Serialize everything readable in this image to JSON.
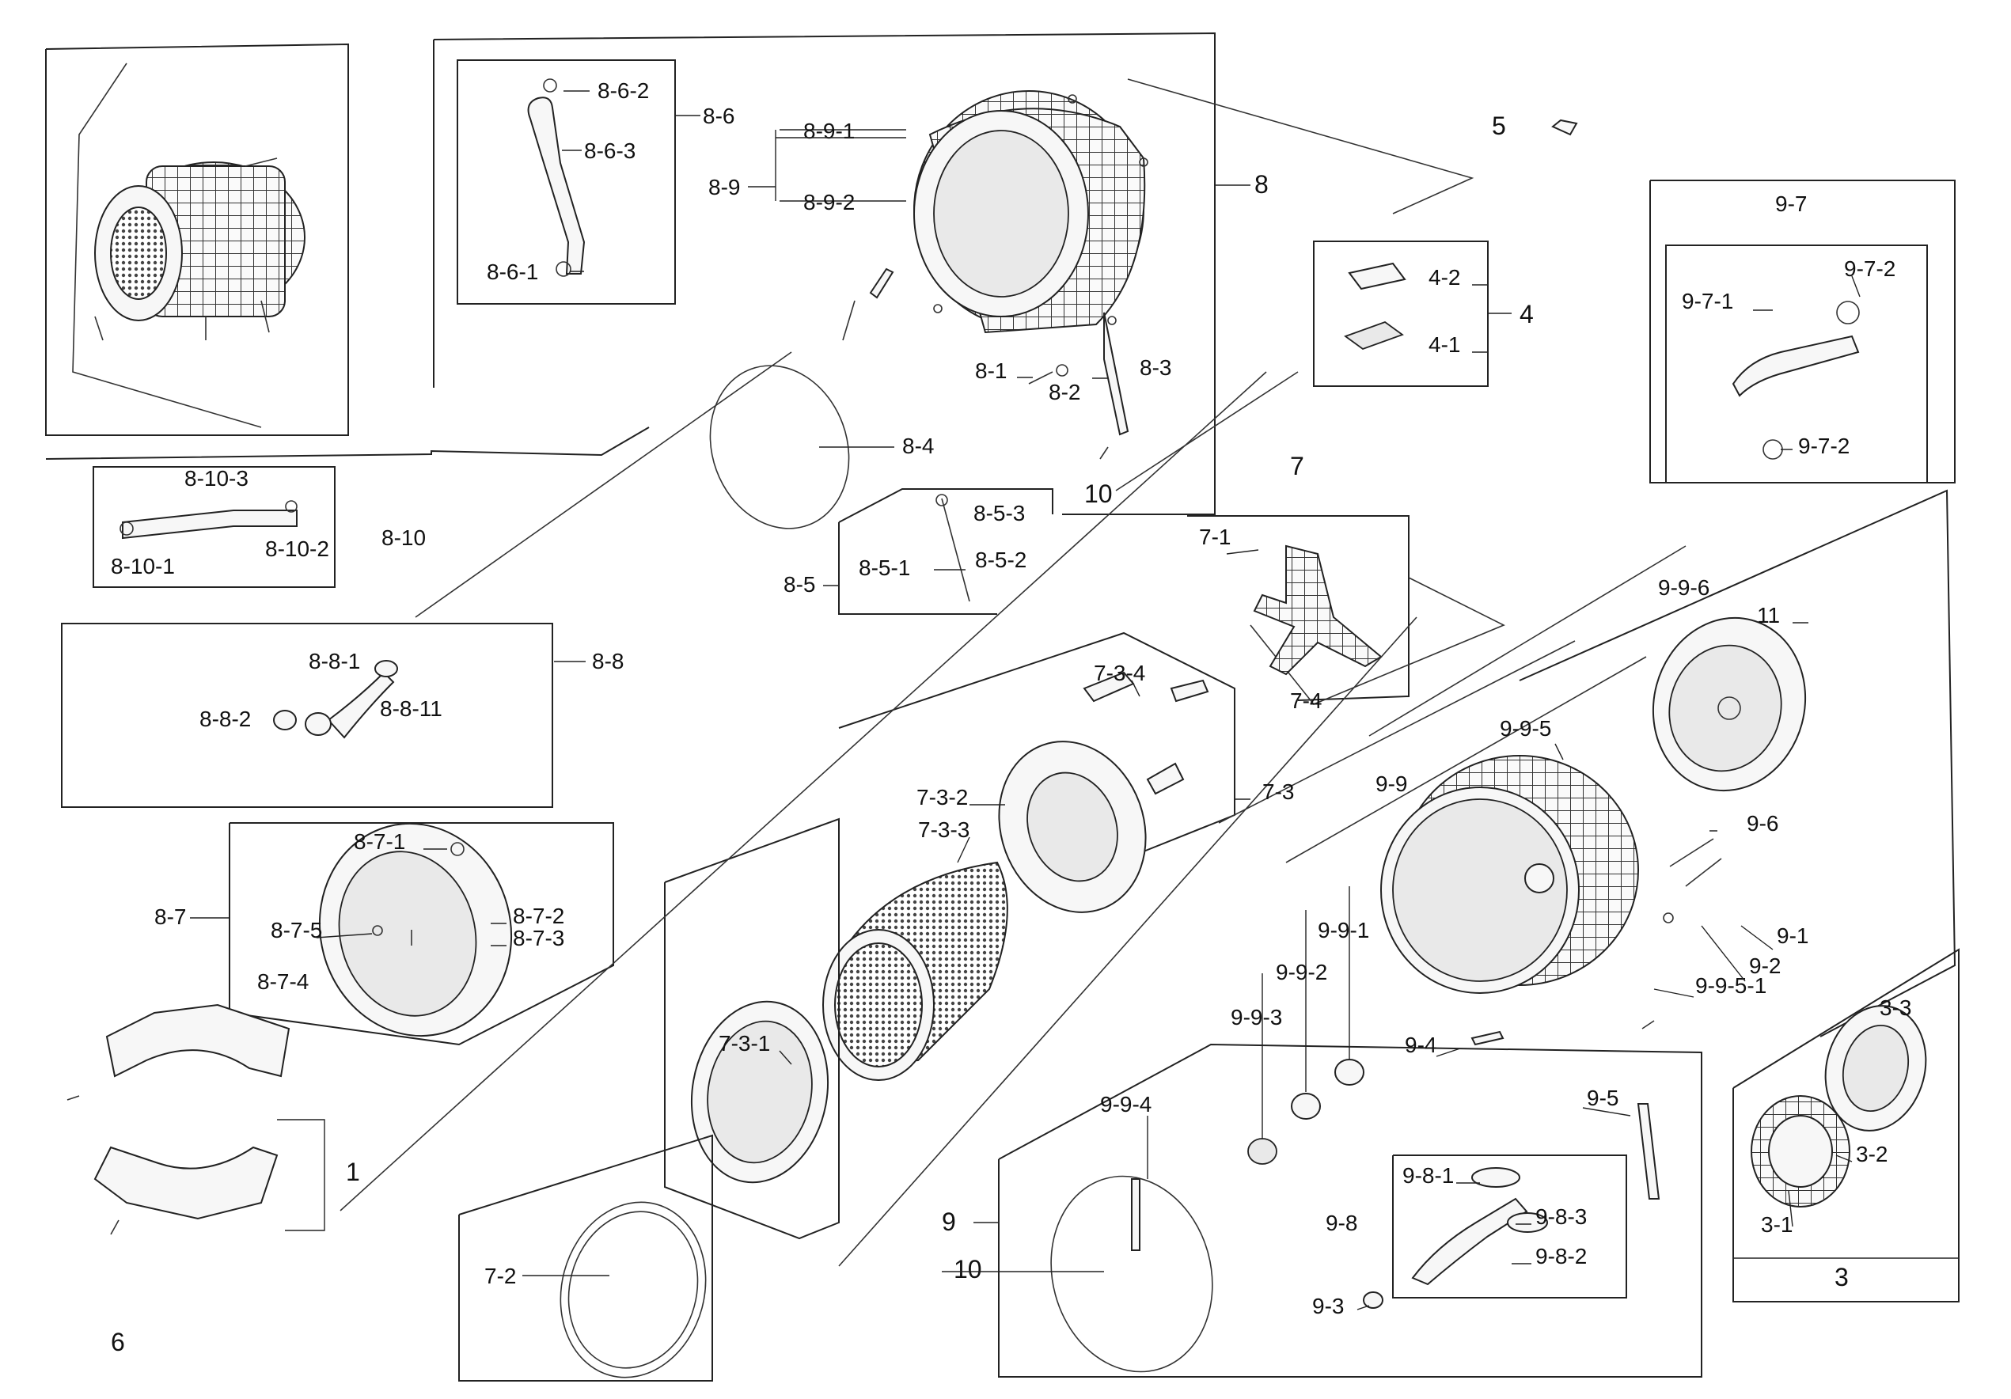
{
  "labels": {
    "l1": "1",
    "l3": "3",
    "l3_1": "3-1",
    "l3_2": "3-2",
    "l3_3": "3-3",
    "l4": "4",
    "l4_1": "4-1",
    "l4_2": "4-2",
    "l5": "5",
    "l6": "6",
    "l7": "7",
    "l7_1": "7-1",
    "l7_2": "7-2",
    "l7_3": "7-3",
    "l7_3_1": "7-3-1",
    "l7_3_2": "7-3-2",
    "l7_3_3": "7-3-3",
    "l7_3_4": "7-3-4",
    "l7_4": "7-4",
    "l8": "8",
    "l8_1": "8-1",
    "l8_2": "8-2",
    "l8_3": "8-3",
    "l8_4": "8-4",
    "l8_5": "8-5",
    "l8_5_1": "8-5-1",
    "l8_5_2": "8-5-2",
    "l8_5_3": "8-5-3",
    "l8_6": "8-6",
    "l8_6_1": "8-6-1",
    "l8_6_2": "8-6-2",
    "l8_6_3": "8-6-3",
    "l8_7": "8-7",
    "l8_7_1": "8-7-1",
    "l8_7_2": "8-7-2",
    "l8_7_3": "8-7-3",
    "l8_7_4": "8-7-4",
    "l8_7_5": "8-7-5",
    "l8_8": "8-8",
    "l8_8_1": "8-8-1",
    "l8_8_2": "8-8-2",
    "l8_8_11": "8-8-11",
    "l8_9": "8-9",
    "l8_9_1": "8-9-1",
    "l8_9_2": "8-9-2",
    "l8_10": "8-10",
    "l8_10_1": "8-10-1",
    "l8_10_2": "8-10-2",
    "l8_10_3": "8-10-3",
    "l9": "9",
    "l9_1": "9-1",
    "l9_2": "9-2",
    "l9_3": "9-3",
    "l9_4": "9-4",
    "l9_5": "9-5",
    "l9_6": "9-6",
    "l9_7": "9-7",
    "l9_7_1": "9-7-1",
    "l9_7_2a": "9-7-2",
    "l9_7_2b": "9-7-2",
    "l9_8": "9-8",
    "l9_8_1": "9-8-1",
    "l9_8_2": "9-8-2",
    "l9_8_3": "9-8-3",
    "l9_9": "9-9",
    "l9_9_1": "9-9-1",
    "l9_9_2": "9-9-2",
    "l9_9_3": "9-9-3",
    "l9_9_4": "9-9-4",
    "l9_9_5": "9-9-5",
    "l9_9_5_1": "9-9-5-1",
    "l9_9_6": "9-9-6",
    "l10a": "10",
    "l10b": "10",
    "l11": "11"
  },
  "colors": {
    "line": "#222222",
    "background": "#ffffff"
  }
}
